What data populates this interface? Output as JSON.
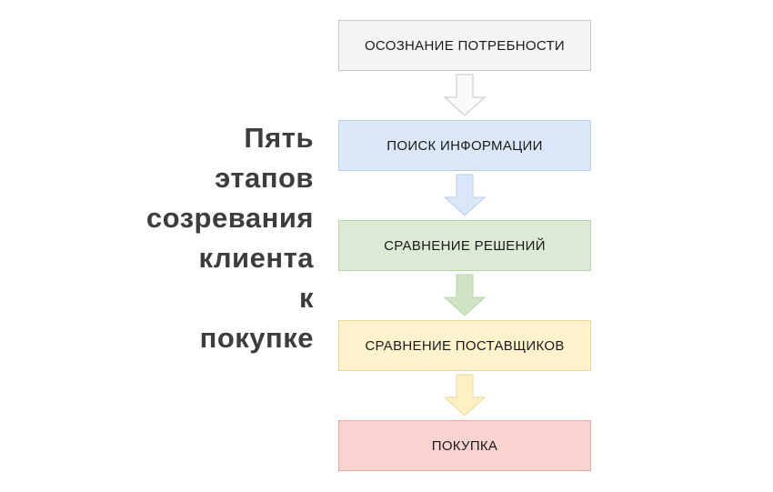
{
  "title": {
    "text": "Пять этапов созревания клиента к покупке",
    "lines": [
      "Пять",
      "этапов",
      "созревания",
      "клиента",
      "к",
      "покупке"
    ]
  },
  "flow": {
    "steps": [
      {
        "label": "ОСОЗНАНИЕ ПОТРЕБНОСТИ",
        "fill": "#f5f5f5",
        "border": "#c6c6c6"
      },
      {
        "label": "ПОИСК ИНФОРМАЦИИ",
        "fill": "#d9e7f8",
        "border": "#b7cfee"
      },
      {
        "label": "СРАВНЕНИЕ РЕШЕНИЙ",
        "fill": "#dcead5",
        "border": "#b6d3a6"
      },
      {
        "label": "СРАВНЕНИЕ ПОСТАВЩИКОВ",
        "fill": "#fff2cc",
        "border": "#ecd89b"
      },
      {
        "label": "ПОКУПКА",
        "fill": "#f8d3d0",
        "border": "#e9a8a3"
      }
    ],
    "arrow_colors": [
      "#fafafa",
      "#d9e7f8",
      "#cfe4c5",
      "#fdf0c2"
    ]
  },
  "colors": {
    "background": "#ffffff",
    "title_text": "#3d3d3d",
    "box_text": "#1a1a1a"
  }
}
